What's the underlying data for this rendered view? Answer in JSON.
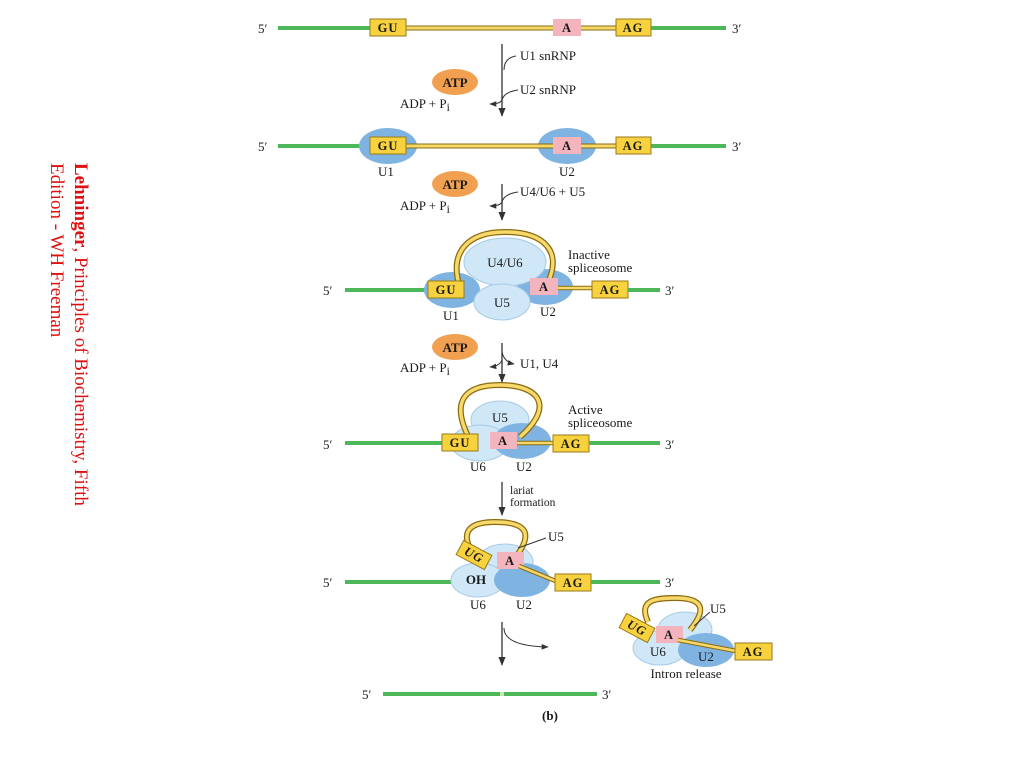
{
  "citation": {
    "author": "Lehninger",
    "rest_line1": ", Principles of Biochemistry, Fifth",
    "line2": "Edition - WH Freeman"
  },
  "colors": {
    "exon": "#4cb85a",
    "intron": "#e7b93c",
    "site_box": "#f7d23e",
    "branch_box": "#f3b4bd",
    "atp": "#f0a050",
    "snrnp_dark": "#7fb4e2",
    "snrnp_light": "#cfe7f6",
    "citation": "#e01010"
  },
  "diagram": {
    "end5": "5′",
    "end3": "3′",
    "gu": "GU",
    "ug": "UG",
    "a": "A",
    "ag": "AG",
    "atp": "ATP",
    "adp": "ADP + P",
    "pi_sub": "i",
    "step1": "U1 snRNP",
    "step2": "U2 snRNP",
    "step3": "U4/U6 + U5",
    "step4": "U1, U4",
    "step5_line1": "lariat",
    "step5_line2": "formation",
    "u1": "U1",
    "u2": "U2",
    "u4u6": "U4/U6",
    "u5": "U5",
    "u6": "U6",
    "oh": "OH",
    "inactive_line1": "Inactive",
    "inactive_line2": "spliceosome",
    "active_line1": "Active",
    "active_line2": "spliceosome",
    "intron_release": "Intron release",
    "panel": "(b)"
  }
}
